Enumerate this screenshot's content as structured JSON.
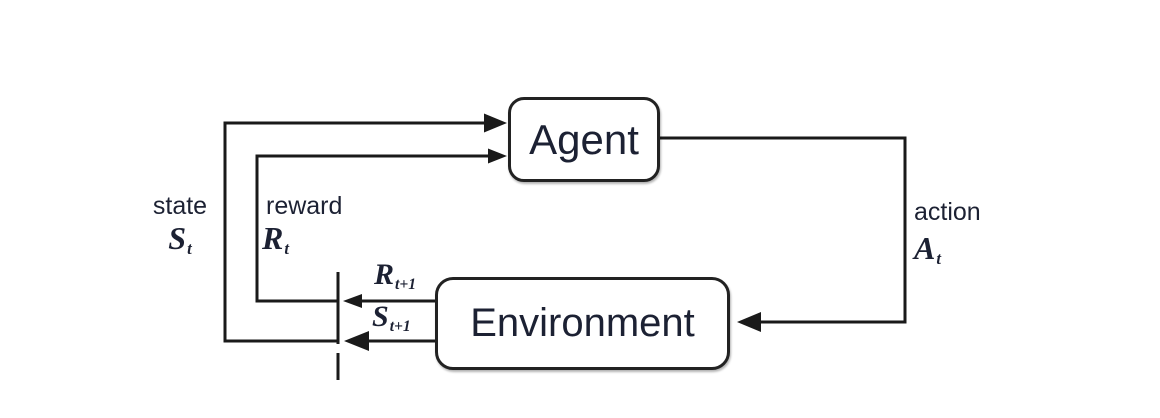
{
  "boxes": {
    "agent": {
      "label": "Agent"
    },
    "environment": {
      "label": "Environment"
    }
  },
  "labels": {
    "state": {
      "word": "state",
      "symbol": "S",
      "subscript": "t"
    },
    "reward": {
      "word": "reward",
      "symbol": "R",
      "subscript": "t"
    },
    "action": {
      "word": "action",
      "symbol": "A",
      "subscript": "t"
    },
    "next_reward": {
      "symbol": "R",
      "subscript": "t+1"
    },
    "next_state": {
      "symbol": "S",
      "subscript": "t+1"
    }
  },
  "colors": {
    "wire": "#1a1a1a",
    "box_border": "#222222",
    "box_fill": "#ffffff",
    "text": "#1c2133",
    "background": "#ffffff"
  }
}
